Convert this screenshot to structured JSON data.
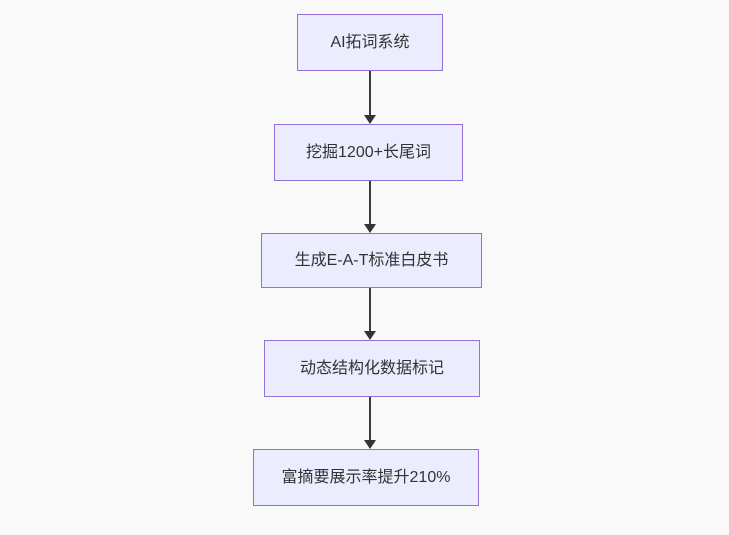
{
  "diagram": {
    "type": "flowchart",
    "direction": "top-down",
    "colors": {
      "background": "#f9f9f9",
      "node_fill": "#ECECFF",
      "node_border": "#9370DB",
      "node_text": "#333333",
      "arrow": "#333333"
    },
    "nodes": [
      {
        "id": "node-1",
        "label": "AI拓词系统"
      },
      {
        "id": "node-2",
        "label": "挖掘1200+长尾词"
      },
      {
        "id": "node-3",
        "label": "生成E-A-T标准白皮书"
      },
      {
        "id": "node-4",
        "label": "动态结构化数据标记"
      },
      {
        "id": "node-5",
        "label": "富摘要展示率提升210%"
      }
    ],
    "edges": [
      {
        "from": "node-1",
        "to": "node-2",
        "style": "arrow-down"
      },
      {
        "from": "node-2",
        "to": "node-3",
        "style": "arrow-down"
      },
      {
        "from": "node-3",
        "to": "node-4",
        "style": "arrow-down"
      },
      {
        "from": "node-4",
        "to": "node-5",
        "style": "arrow-down"
      }
    ]
  }
}
